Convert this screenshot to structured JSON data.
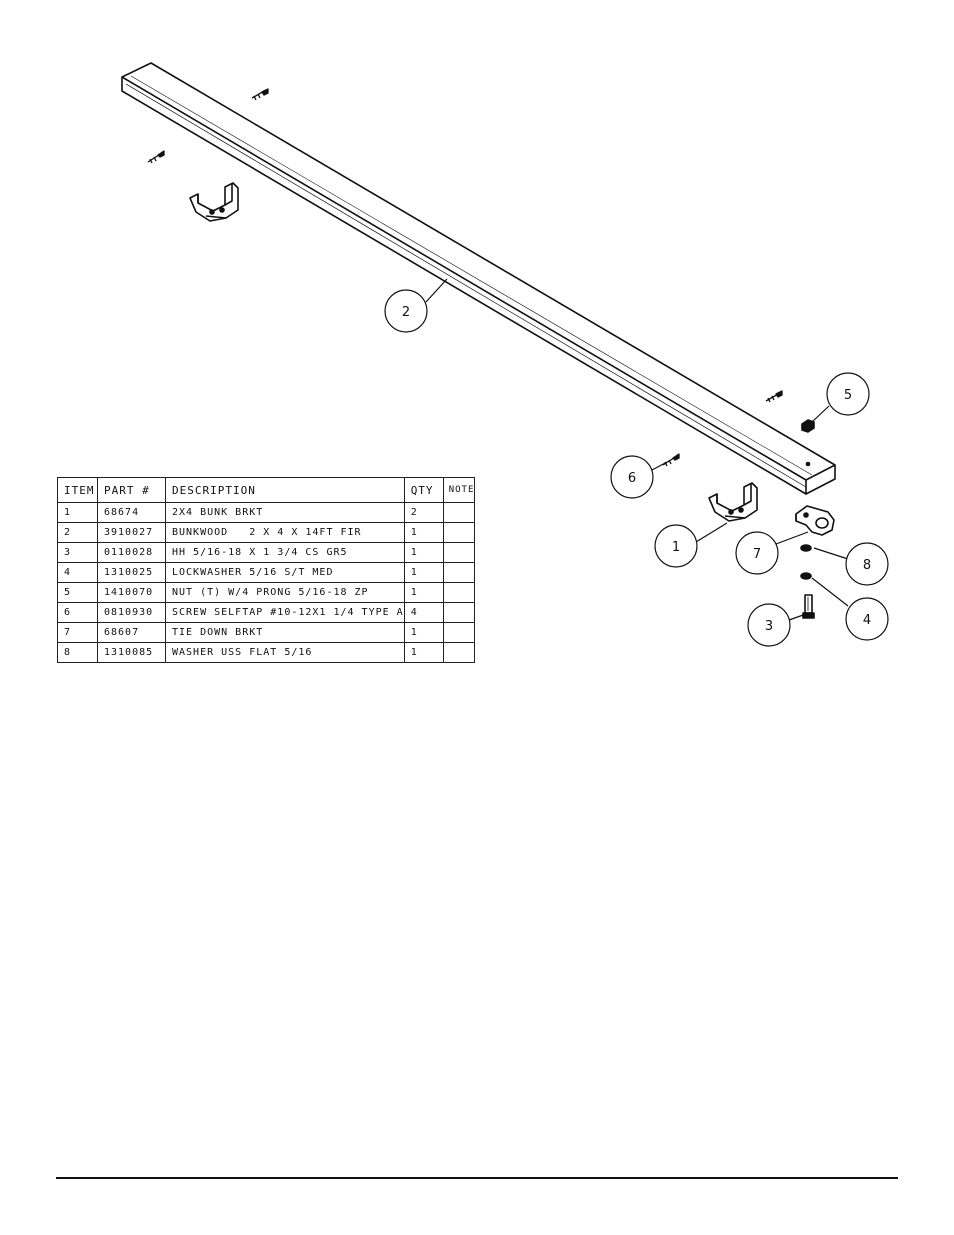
{
  "table": {
    "headers": {
      "item": "ITEM",
      "part": "PART #",
      "description": "DESCRIPTION",
      "qty": "QTY",
      "note": "NOTE"
    },
    "rows": [
      {
        "item": "1",
        "part": "68674",
        "description": "2X4 BUNK BRKT",
        "qty": "2",
        "note": ""
      },
      {
        "item": "2",
        "part": "3910027",
        "description": "BUNKWOOD   2 X 4 X 14FT FIR",
        "qty": "1",
        "note": ""
      },
      {
        "item": "3",
        "part": "0110028",
        "description": "HH 5/16-18 X 1 3/4 CS GR5",
        "qty": "1",
        "note": ""
      },
      {
        "item": "4",
        "part": "1310025",
        "description": "LOCKWASHER 5/16 S/T MED",
        "qty": "1",
        "note": ""
      },
      {
        "item": "5",
        "part": "1410070",
        "description": "NUT (T) W/4 PRONG 5/16-18 ZP",
        "qty": "1",
        "note": ""
      },
      {
        "item": "6",
        "part": "0810930",
        "description": "SCREW SELFTAP #10-12X1 1/4 TYPE A",
        "qty": "4",
        "note": ""
      },
      {
        "item": "7",
        "part": "68607",
        "description": "TIE DOWN BRKT",
        "qty": "1",
        "note": ""
      },
      {
        "item": "8",
        "part": "1310085",
        "description": "WASHER USS FLAT 5/16",
        "qty": "1",
        "note": ""
      }
    ]
  },
  "balloons": {
    "b1": "1",
    "b2": "2",
    "b3": "3",
    "b4": "4",
    "b5": "5",
    "b6": "6",
    "b7": "7",
    "b8": "8"
  }
}
